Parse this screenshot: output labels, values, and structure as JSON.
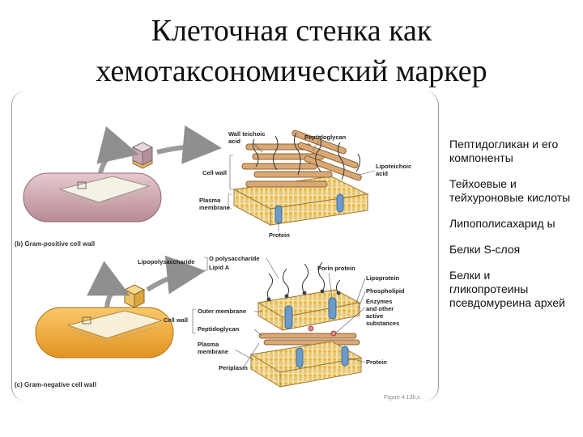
{
  "title": {
    "line1": "Клеточная стенка как",
    "line2": "хемотаксономический маркер"
  },
  "figure": {
    "gram_positive": {
      "caption": "(b) Gram-positive cell wall",
      "labels": {
        "wall_teichoic_1": "Wall teichoic",
        "wall_teichoic_2": "acid",
        "peptidoglycan": "Peptidoglycan",
        "lipoteichoic_1": "Lipoteichoic",
        "lipoteichoic_2": "acid",
        "cell_wall": "Cell wall",
        "plasma_membrane_1": "Plasma",
        "plasma_membrane_2": "membrane",
        "protein": "Protein"
      }
    },
    "gram_negative": {
      "caption": "(c) Gram-negative cell wall",
      "labels": {
        "lipopolysaccharide": "Lipopolysaccharide",
        "o_polysaccharide": "O polysaccharide",
        "lipid_a": "Lipid A",
        "porin_protein": "Porin protein",
        "lipoprotein": "Lipoprotein",
        "phospholipid": "Phospholipid",
        "enzymes_1": "Enzymes",
        "enzymes_2": "and other",
        "enzymes_3": "active",
        "enzymes_4": "substances",
        "cell_wall": "Cell wall",
        "outer_membrane": "Outer membrane",
        "peptidoglycan": "Peptidoglycan",
        "plasma_membrane_1": "Plasma",
        "plasma_membrane_2": "membrane",
        "periplasm": "Periplasm",
        "protein": "Protein"
      }
    },
    "figure_number": "Figure 4.13b,c"
  },
  "sidebar": {
    "items": [
      "Пептидогликан и его компоненты",
      "Тейхоевые и тейхуроновые кислоты",
      "Липополисахарид ы",
      "Белки S-слоя",
      "Белки и гликопротеины псевдомуреина архей"
    ]
  },
  "colors": {
    "gram_positive_cell": "#c9a3ad",
    "gram_negative_cell": "#f2a83a",
    "peptidoglycan": "#d9a873",
    "membrane_head": "#e8b84a",
    "protein": "#6b9bc8"
  }
}
